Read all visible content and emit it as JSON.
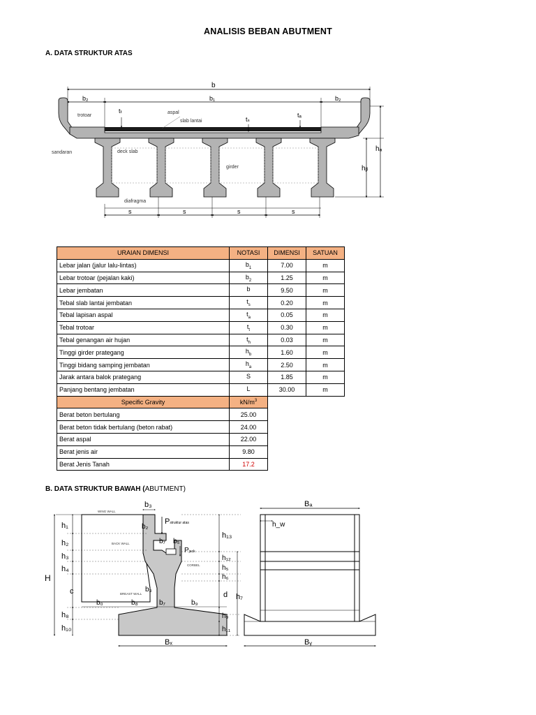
{
  "doc": {
    "title": "ANALISIS BEBAN ABUTMENT",
    "section_a": "A. DATA STRUKTUR ATAS",
    "section_b_main": "B. DATA STRUKTUR BAWAH (",
    "section_b_sub": "ABUTMENT",
    "section_b_end": ")"
  },
  "figure_top": {
    "dims": {
      "b": "b",
      "b1": "b₁",
      "b2_left": "b₂",
      "b2_right": "b₂",
      "s": "s",
      "ha": "hₐ",
      "hb": "hᵦ",
      "tt": "tₜ",
      "ts": "tₛ",
      "ta": "tₐ"
    },
    "labels": {
      "trotoar": "trotoar",
      "aspal": "aspal",
      "slab_lantai": "slab lantai",
      "sandaran": "sandaran",
      "deck_slab": "deck slab",
      "girder": "girder",
      "diafragma": "diafragma"
    }
  },
  "table": {
    "headers": [
      "URAIAN DIMENSI",
      "NOTASI",
      "DIMENSI",
      "SATUAN"
    ],
    "rows": [
      {
        "desc": "Lebar jalan (jalur lalu-lintas)",
        "sym": "b",
        "sub": "1",
        "val": "7.00",
        "unit": "m"
      },
      {
        "desc": "Lebar trotoar (pejalan kaki)",
        "sym": "b",
        "sub": "2",
        "val": "1.25",
        "unit": "m"
      },
      {
        "desc": "Lebar jembatan",
        "sym": "b",
        "sub": "",
        "val": "9.50",
        "unit": "m"
      },
      {
        "desc": "Tebal slab lantai jembatan",
        "sym": "t",
        "sub": "s",
        "val": "0.20",
        "unit": "m"
      },
      {
        "desc": "Tebal lapisan aspal",
        "sym": "t",
        "sub": "a",
        "val": "0.05",
        "unit": "m"
      },
      {
        "desc": "Tebal trotoar",
        "sym": "t",
        "sub": "t",
        "val": "0.30",
        "unit": "m"
      },
      {
        "desc": "Tebal genangan air hujan",
        "sym": "t",
        "sub": "h",
        "val": "0.03",
        "unit": "m"
      },
      {
        "desc": "Tinggi girder prategang",
        "sym": "h",
        "sub": "b",
        "val": "1.60",
        "unit": "m"
      },
      {
        "desc": "Tinggi bidang samping jembatan",
        "sym": "h",
        "sub": "a",
        "val": "2.50",
        "unit": "m"
      },
      {
        "desc": "Jarak antara balok prategang",
        "sym": "S",
        "sub": "",
        "val": "1.85",
        "unit": "m"
      },
      {
        "desc": "Panjang bentang jembatan",
        "sym": "L",
        "sub": "",
        "val": "30.00",
        "unit": "m"
      }
    ],
    "gravity_header": "Specific Gravity",
    "gravity_unit": "kN/m",
    "gravity_unit_sup": "3",
    "gravity_rows": [
      {
        "desc": "Berat beton bertulang",
        "val": "25.00"
      },
      {
        "desc": "Berat beton tidak bertulang (beton rabat)",
        "val": "24.00"
      },
      {
        "desc": "Berat aspal",
        "val": "22.00"
      },
      {
        "desc": "Berat jenis air",
        "val": "9.80"
      },
      {
        "desc": "Berat Jenis Tanah",
        "val": "17.2",
        "highlight": true
      }
    ],
    "highlight_color": "#d00000",
    "header_color": "#f4b183"
  },
  "figure_bottom": {
    "left_dims": {
      "h1": "h₁",
      "h2": "h₂",
      "h3": "h₃",
      "h4": "h₄",
      "H": "H",
      "c": "c",
      "h8": "h₈",
      "h10": "h₁₀"
    },
    "mid_dims": {
      "b3_top": "b₃",
      "b2": "b₂",
      "b7_top": "b₇",
      "b5": "b₅",
      "b3_mid": "b₃",
      "b0": "b₀",
      "b8": "b₈",
      "b7": "b₇",
      "b9": "b₉",
      "Bx": "Bₓ"
    },
    "right_dims": {
      "h13": "h₁₃",
      "h12": "h₁₂",
      "h5": "h₅",
      "h6": "h₆",
      "d": "d",
      "h7": "h₇",
      "h9": "h₉",
      "h11": "h₁₁"
    },
    "side_dims": {
      "Ba": "Bₐ",
      "hw": "h_w",
      "By": "Bᵧ"
    },
    "labels": {
      "p_struktur": "P",
      "p_struktur_sub": "struktur atas",
      "p_jack": "P",
      "p_jack_sub": "jack",
      "wing_wall": "WING WALL",
      "back_wall": "BACK WALL",
      "corbel": "CORBEL",
      "breast_wall": "BREAST WALL"
    }
  }
}
